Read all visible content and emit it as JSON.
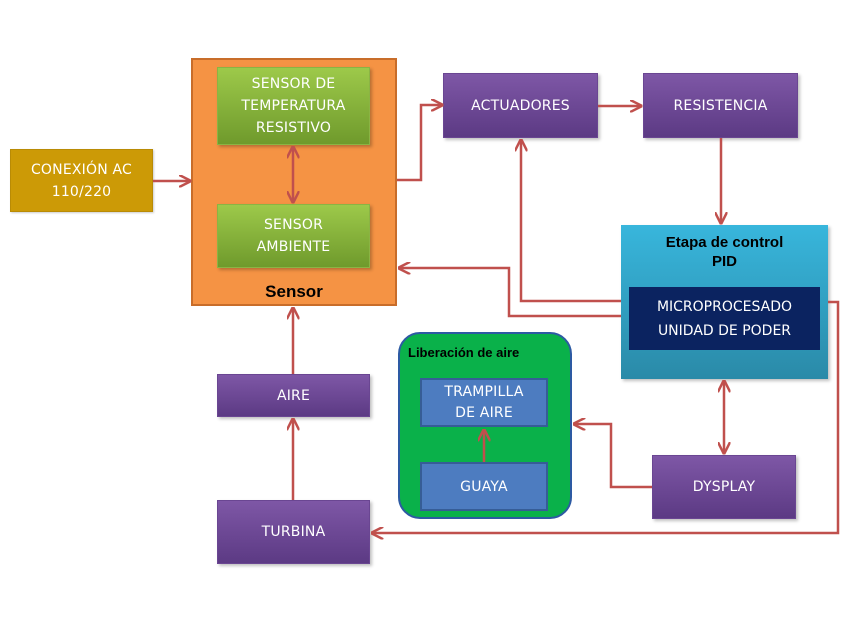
{
  "diagram": {
    "type": "block-diagram",
    "wire_color": "#c0504d",
    "groups": {
      "sensor": {
        "title": "Sensor",
        "color": "#f59344"
      },
      "pid": {
        "title": "Etapa de control\nPID",
        "color": "#38b6dc"
      },
      "air_release": {
        "title": "Liberación de aire",
        "color": "#0ab14a"
      }
    },
    "blocks": {
      "conexion_ac": {
        "label": "CONEXIÓN AC\n110/220",
        "color": "#cc9a06"
      },
      "sensor_temp": {
        "label": "SENSOR DE\nTEMPERATURA\nRESISTIVO",
        "color": "#9dc94a"
      },
      "sensor_amb": {
        "label": "SENSOR\nAMBIENTE",
        "color": "#9dc94a"
      },
      "actuadores": {
        "label": "ACTUADORES",
        "color": "#7e57a6"
      },
      "resistencia": {
        "label": "RESISTENCIA",
        "color": "#7e57a6"
      },
      "micro": {
        "label": "MICROPROCESADO\nUNIDAD DE PODER",
        "color": "#0b2360"
      },
      "aire": {
        "label": "AIRE",
        "color": "#7e57a6"
      },
      "turbina": {
        "label": "TURBINA",
        "color": "#7e57a6"
      },
      "trampilla": {
        "label": "TRAMPILLA\nDE AIRE",
        "color": "#4d7cc0"
      },
      "guaya": {
        "label": "GUAYA",
        "color": "#4d7cc0"
      },
      "dysplay": {
        "label": "DYSPLAY",
        "color": "#7e57a6"
      }
    },
    "connections": [
      {
        "from": "CONEXIÓN AC 110/220",
        "to": "Sensor",
        "type": "arrow"
      },
      {
        "from": "SENSOR DE TEMPERATURA RESISTIVO",
        "to": "SENSOR AMBIENTE",
        "type": "bidirectional"
      },
      {
        "from": "Sensor",
        "to": "ACTUADORES",
        "type": "arrow"
      },
      {
        "from": "ACTUADORES",
        "to": "RESISTENCIA",
        "type": "arrow"
      },
      {
        "from": "RESISTENCIA",
        "to": "Etapa de control PID",
        "type": "arrow"
      },
      {
        "from": "MICROPROCESADO UNIDAD DE PODER",
        "to": "ACTUADORES",
        "type": "arrow"
      },
      {
        "from": "MICROPROCESADO UNIDAD DE PODER",
        "to": "Sensor",
        "type": "arrow"
      },
      {
        "from": "Etapa de control PID",
        "to": "DYSPLAY",
        "type": "bidirectional"
      },
      {
        "from": "DYSPLAY",
        "to": "Liberación de aire",
        "type": "arrow"
      },
      {
        "from": "GUAYA",
        "to": "TRAMPILLA DE AIRE",
        "type": "arrow"
      },
      {
        "from": "MICROPROCESADO UNIDAD DE PODER",
        "to": "TURBINA",
        "type": "arrow"
      },
      {
        "from": "TURBINA",
        "to": "AIRE",
        "type": "arrow"
      },
      {
        "from": "AIRE",
        "to": "Sensor",
        "type": "arrow"
      }
    ]
  }
}
